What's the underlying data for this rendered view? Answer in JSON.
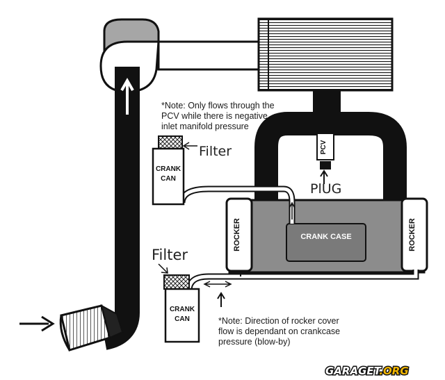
{
  "labels": {
    "note_top": [
      "*Note: Only flows through the",
      "PCV while there is negative",
      "inlet manifold pressure"
    ],
    "filter_top": "Filter",
    "filter_bottom": "Filter",
    "crank_can_top": [
      "CRANK",
      "CAN"
    ],
    "crank_can_bottom": [
      "CRANK",
      "CAN"
    ],
    "pcv": "PCV",
    "plug": "PlUG",
    "crank_case": "CRANK CASE",
    "rocker_left": "ROCKER",
    "rocker_right": "ROCKER",
    "note_bottom": [
      "*Note: Direction of rocker cover",
      "flow is dependant on crankcase",
      "pressure (blow-by)"
    ],
    "watermark_main": "GARAGET",
    "watermark_suffix": ".ORG"
  },
  "colors": {
    "ink": "#111111",
    "engine_fill": "#8c8c8c",
    "crank_case_fill": "#7a7a7a",
    "throttle_fill": "#a6a6a6",
    "watermark_text": "#ffffff",
    "watermark_accent": "#f0b400"
  }
}
